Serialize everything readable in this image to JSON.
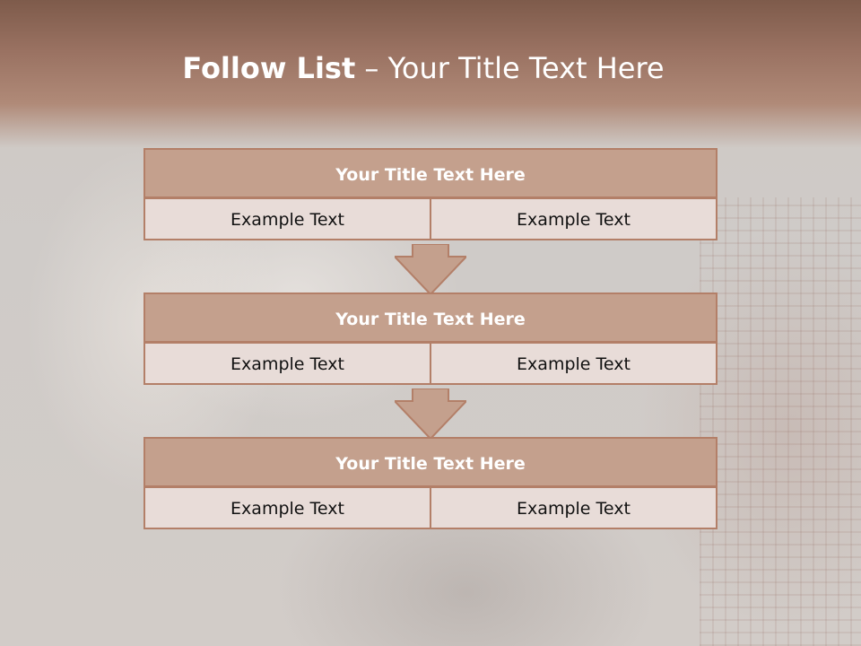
{
  "slide": {
    "title_strong": "Follow List",
    "title_rest": " – Your Title Text Here"
  },
  "blocks": [
    {
      "title": "Your Title Text Here",
      "left": "Example Text",
      "right": "Example Text"
    },
    {
      "title": "Your Title Text Here",
      "left": "Example Text",
      "right": "Example Text"
    },
    {
      "title": "Your Title Text Here",
      "left": "Example Text",
      "right": "Example Text"
    }
  ],
  "colors": {
    "header": "#8e6656",
    "title_fill": "#c4a08d",
    "cell_fill": "#e8dcd8",
    "border": "#b37f68"
  }
}
